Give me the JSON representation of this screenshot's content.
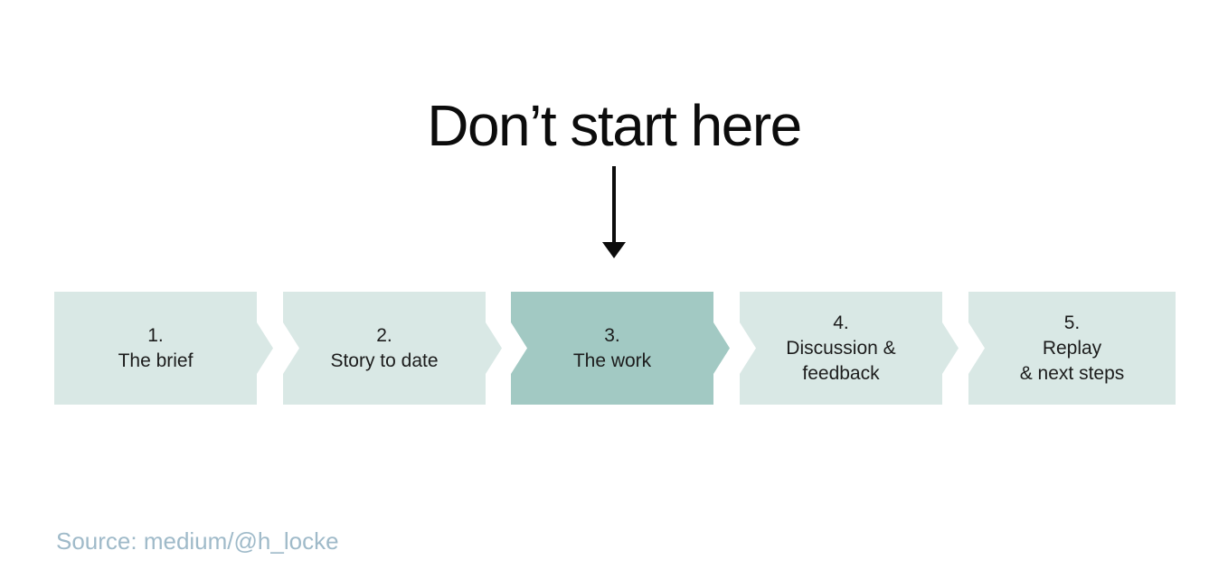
{
  "title": "Don’t start here",
  "steps": [
    {
      "label": "1.\nThe brief",
      "active": false
    },
    {
      "label": "2.\nStory to date",
      "active": false
    },
    {
      "label": "3.\nThe work",
      "active": true
    },
    {
      "label": "4.\nDiscussion &\nfeedback",
      "active": false
    },
    {
      "label": "5.\nReplay\n& next steps",
      "active": false
    }
  ],
  "source": "Source: medium/@h_locke",
  "colors": {
    "background": "#ffffff",
    "step_fill": "#d9e8e5",
    "step_active_fill": "#a2c9c3",
    "step_text": "#1c1c1c",
    "title_text": "#0c0c0c",
    "arrow": "#0c0c0c",
    "source_text": "#9fbac9"
  }
}
